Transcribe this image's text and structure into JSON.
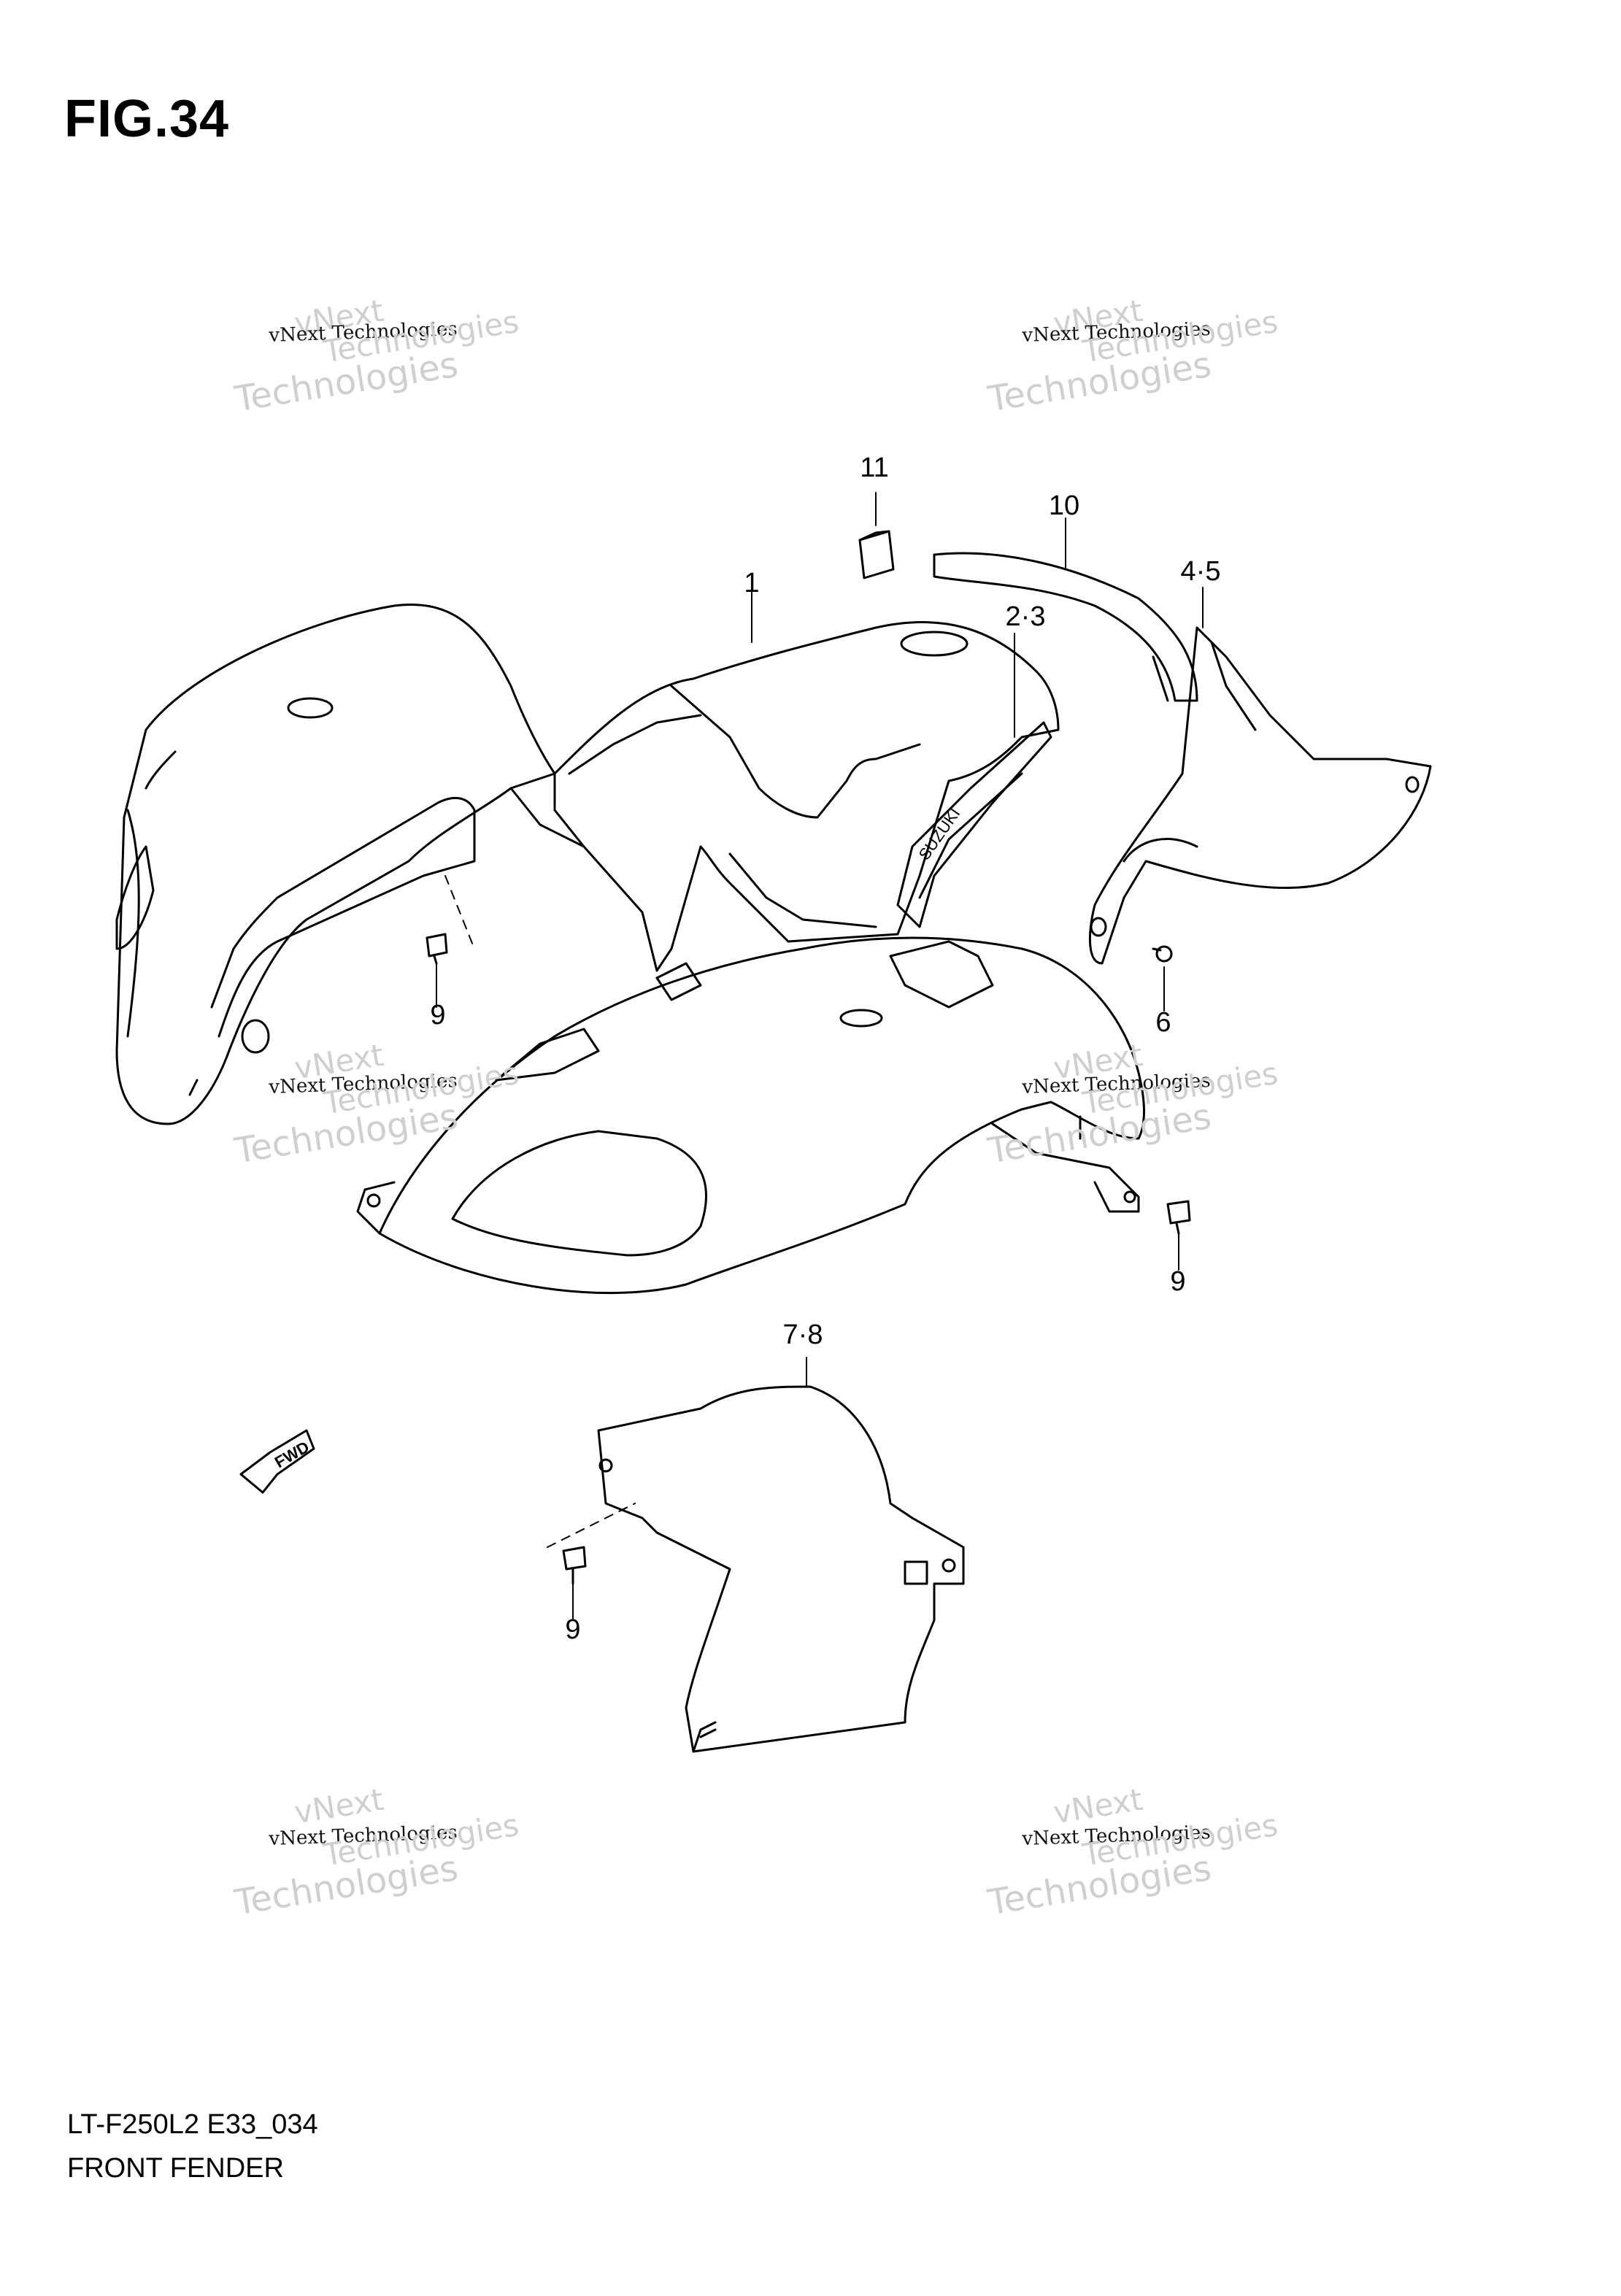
{
  "figure": {
    "title": "FIG.34",
    "model_code": "LT-F250L2 E33_034",
    "part_name": "FRONT FENDER"
  },
  "callouts": [
    {
      "id": "c11",
      "label": "11"
    },
    {
      "id": "c10",
      "label": "10"
    },
    {
      "id": "c45",
      "label": "4·5"
    },
    {
      "id": "c1",
      "label": "1"
    },
    {
      "id": "c23",
      "label": "2·3"
    },
    {
      "id": "c9a",
      "label": "9"
    },
    {
      "id": "c6",
      "label": "6"
    },
    {
      "id": "c9b",
      "label": "9"
    },
    {
      "id": "c78",
      "label": "7·8"
    },
    {
      "id": "c9c",
      "label": "9"
    }
  ],
  "direction_arrow": {
    "label": "FWD"
  },
  "watermark": {
    "line1": "vNext",
    "line2": "vNext Technologies",
    "line3": "Technologies"
  },
  "decal_text": "SUZUKI"
}
